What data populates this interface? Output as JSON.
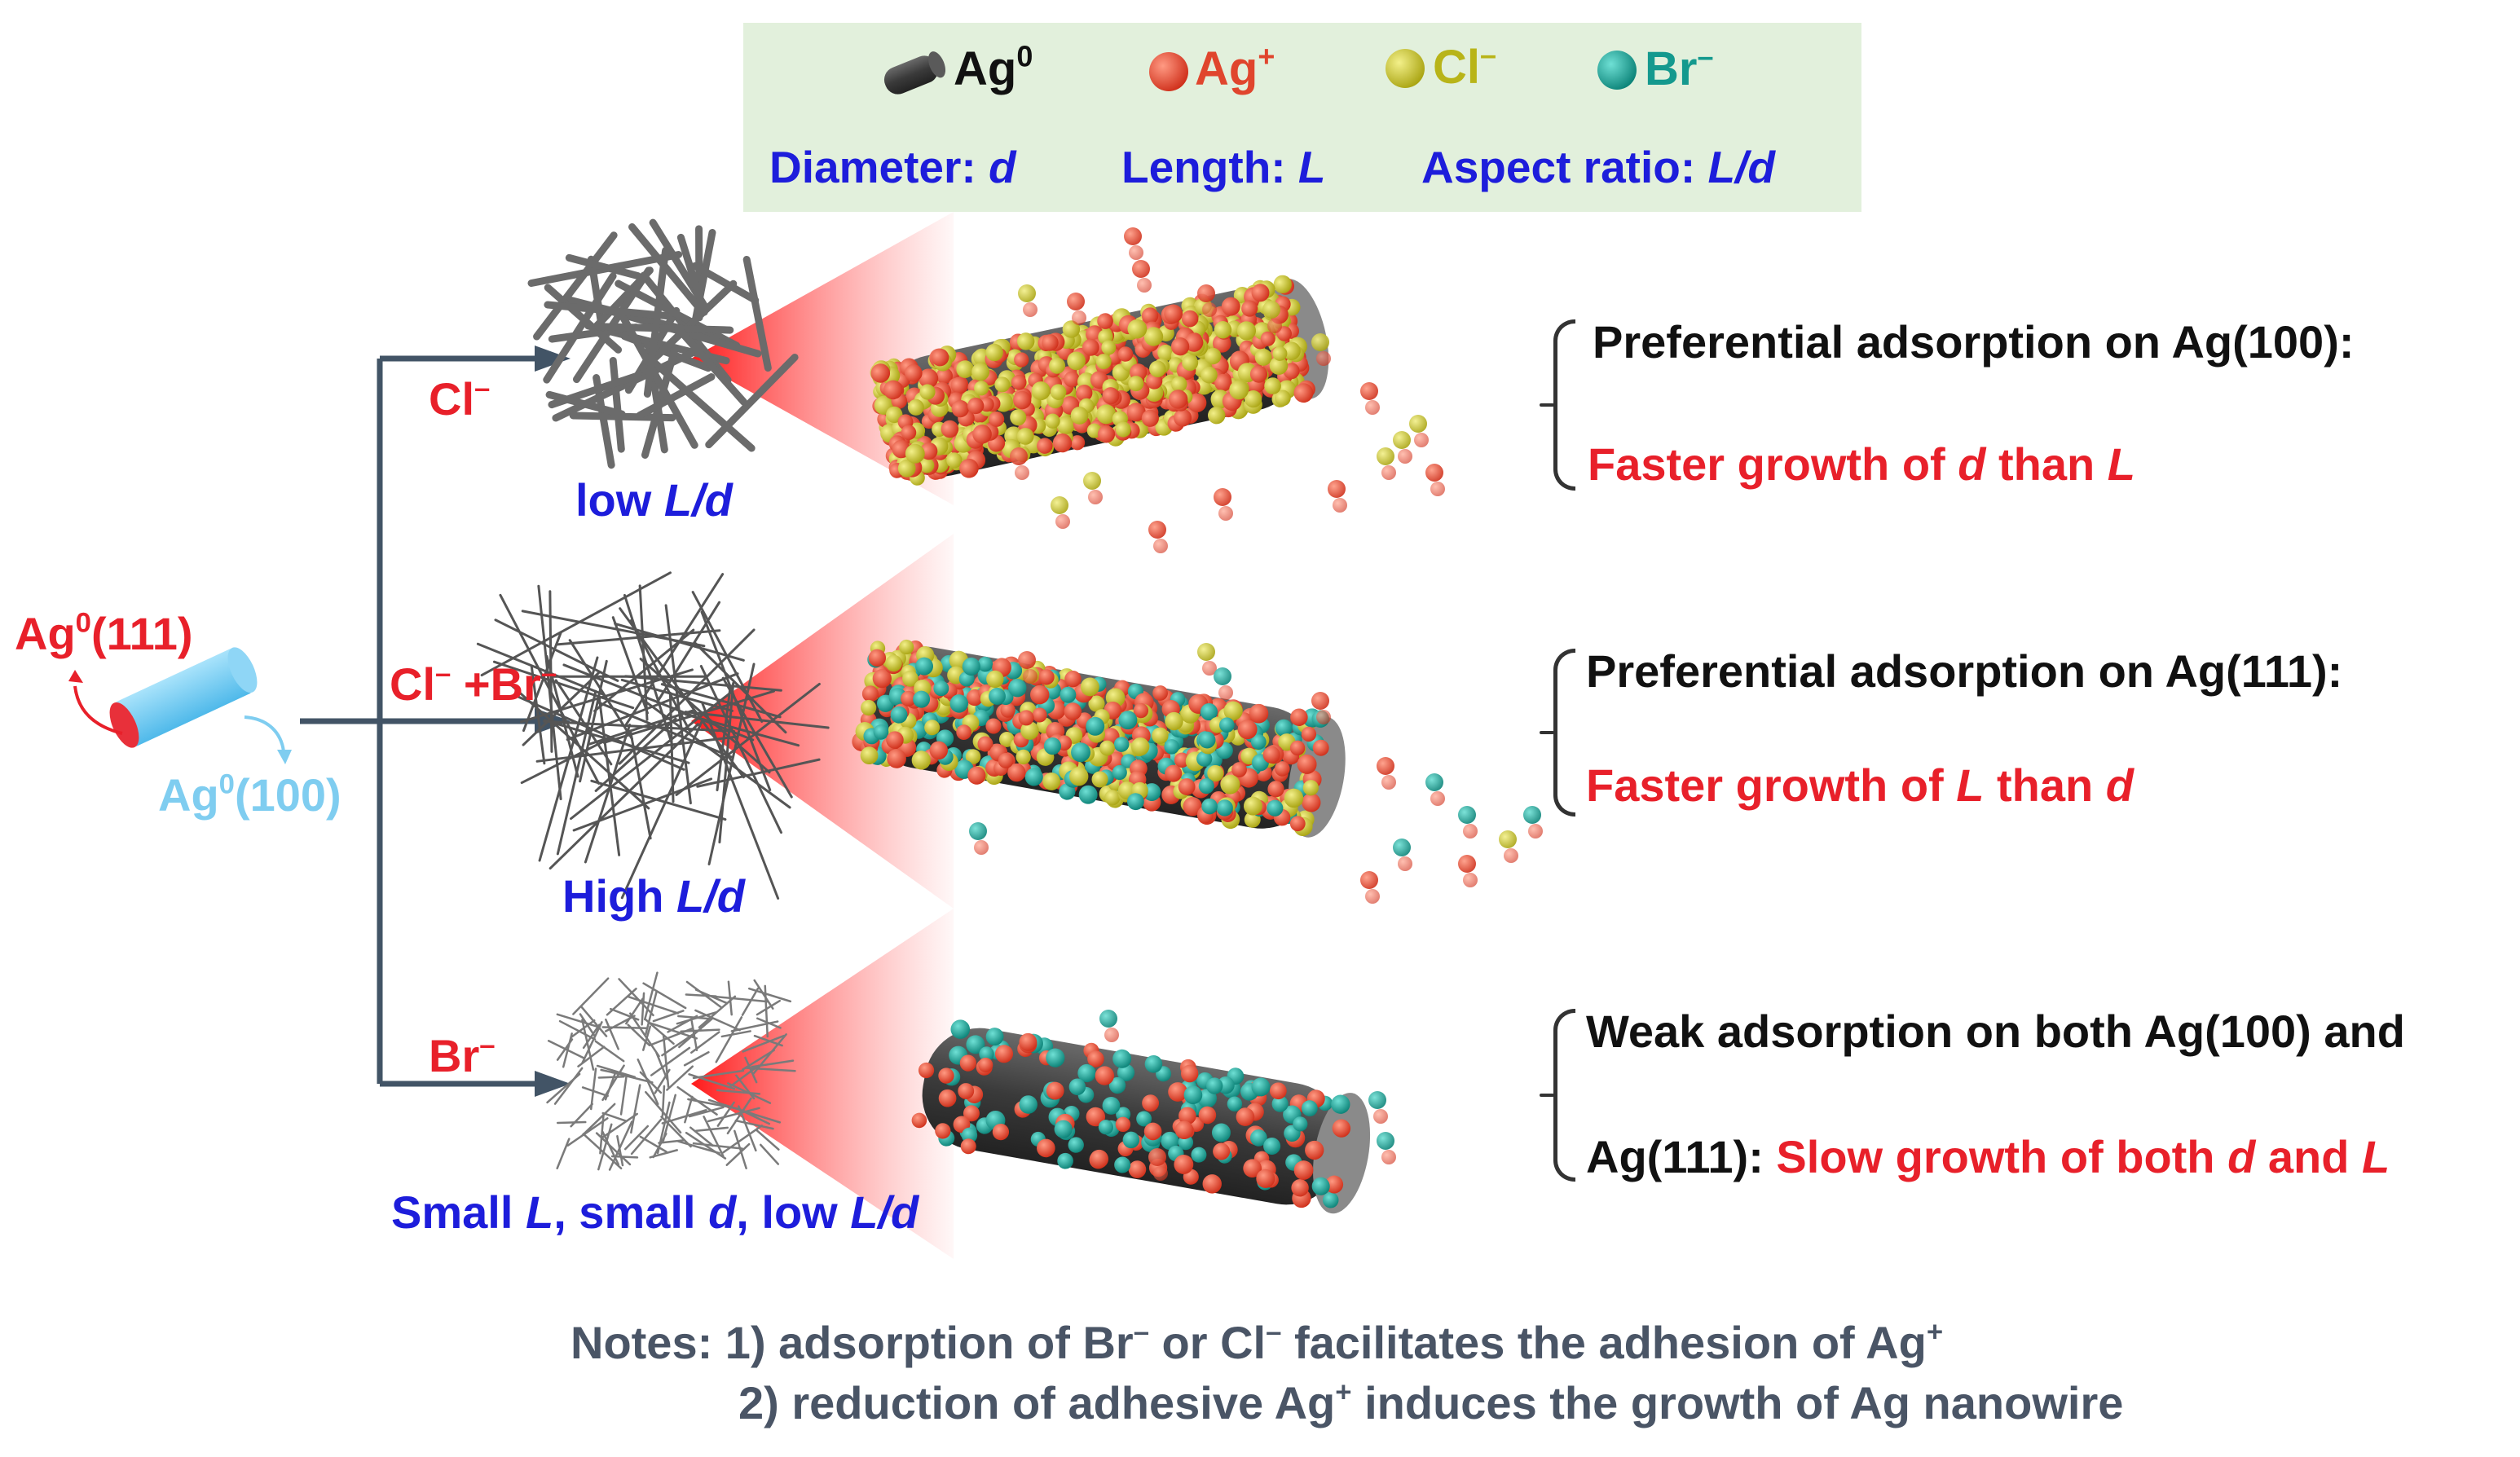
{
  "legend": {
    "ag0": "Ag",
    "ag0_sup": "0",
    "agplus": "Ag",
    "agplus_sup": "+",
    "clminus": "Cl",
    "clminus_sup": "–",
    "brminus": "Br",
    "brminus_sup": "–",
    "diameter_prefix": "Diameter: ",
    "diameter_symbol": "d",
    "length_prefix": "Length: ",
    "length_symbol": "L",
    "aspect_prefix": "Aspect ratio: ",
    "aspect_symbol": "L/d"
  },
  "seed": {
    "facet111_a": "Ag",
    "facet111_sup": "0",
    "facet111_b": "(111)",
    "facet100_a": "Ag",
    "facet100_sup": "0",
    "facet100_b": "(100)"
  },
  "branches": [
    {
      "ion_a": "Cl",
      "ion_a_sup": "–",
      "result_a": "low ",
      "result_b": "L/d",
      "brace_line1": "Preferential adsorption on Ag(100):",
      "brace_line2_a": "Faster growth of ",
      "brace_line2_b": "d",
      "brace_line2_c": " than ",
      "brace_line2_d": "L"
    },
    {
      "ion_a": "Cl",
      "ion_a_sup": "–",
      "ion_b": " +Br",
      "ion_b_sup": "–",
      "result_a": "High ",
      "result_b": "L/d",
      "brace_line1": "Preferential adsorption on Ag(111):",
      "brace_line2_a": "Faster growth of ",
      "brace_line2_b": "L",
      "brace_line2_c": " than ",
      "brace_line2_d": "d"
    },
    {
      "ion_a": "Br",
      "ion_a_sup": "–",
      "result_a": "Small ",
      "result_b": "L",
      "result_c": ", small ",
      "result_d": "d",
      "result_e": ", low ",
      "result_f": "L/d",
      "brace_line1": "Weak adsorption on both Ag(100) and",
      "brace_line2_a": "Ag(111): ",
      "brace_line2_b": "Slow growth of both ",
      "brace_line2_c": "d",
      "brace_line2_d": " and ",
      "brace_line2_e": "L"
    }
  ],
  "notes": {
    "line1_a": "Notes: 1) adsorption of Br",
    "line1_sup1": "–",
    "line1_b": " or Cl",
    "line1_sup2": "–",
    "line1_c": " facilitates the adhesion of Ag",
    "line1_sup3": "+",
    "line2_a": "2) reduction of adhesive Ag",
    "line2_sup": "+",
    "line2_b": " induces the growth of Ag nanowire"
  },
  "colors": {
    "ag0": "#3a3a3a",
    "agplus": "#e8452e",
    "cl": "#c9c41c",
    "br": "#17a197",
    "legend_bg": "#e2f0dc",
    "arrow": "#425466",
    "cone": "#ff2a2a"
  }
}
